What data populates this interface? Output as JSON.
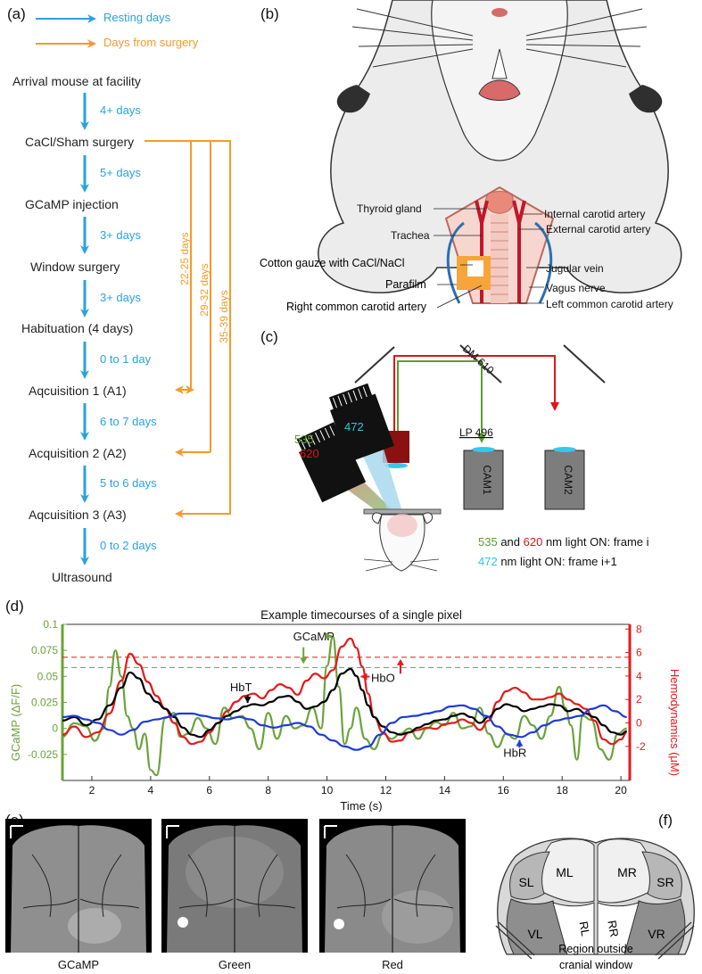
{
  "panels": {
    "a": "(a)",
    "b": "(b)",
    "c": "(c)",
    "d": "(d)",
    "e": "(e)",
    "f": "(f)"
  },
  "timeline": {
    "legend": {
      "resting": "Resting days",
      "surgery": "Days from surgery"
    },
    "steps": [
      "Arrival mouse at facility",
      "CaCl/Sham surgery",
      "GCaMP injection",
      "Window surgery",
      "Habituation (4 days)",
      "Aqcuisition 1 (A1)",
      "Acquisition 2 (A2)",
      "Aqcuisition 3 (A3)",
      "Ultrasound"
    ],
    "intervals": [
      "4+ days",
      "5+ days",
      "3+ days",
      "3+ days",
      "0 to 1 day",
      "6 to 7 days",
      "5 to 6 days",
      "0 to 2 days"
    ],
    "surgery_ranges": [
      "22-25 days",
      "29-32 days",
      "35-39 days"
    ],
    "colors": {
      "resting": "#2aa3dc",
      "surgery": "#f39a2b"
    }
  },
  "anatomy": {
    "left": [
      "Thyroid gland",
      "Trachea",
      "Cotton gauze with CaCl/NaCl",
      "Parafilm",
      "Right common carotid artery"
    ],
    "right": [
      "Internal carotid artery",
      "External carotid artery",
      "Jugular vein",
      "Vagus nerve",
      "Left common carotid artery"
    ]
  },
  "setup": {
    "led1": "535",
    "led2": "620",
    "led3": "472",
    "dm": "DM 610",
    "lp": "LP 496",
    "cam1": "CAM1",
    "cam2": "CAM2",
    "caption1": {
      "a": "535",
      "and": " and ",
      "b": "620",
      "rest": " nm light ON: frame i"
    },
    "caption2": {
      "a": "472",
      "rest": " nm light ON: frame i+1"
    },
    "colors": {
      "green": "#5aa02c",
      "red": "#e0141b",
      "cyan": "#2ec4e6"
    }
  },
  "chart_data": {
    "type": "line",
    "title": "Example timecourses of a single pixel",
    "xlabel": "Time (s)",
    "ylabel_left": "GCaMP (ΔF/F)",
    "ylabel_right": "Hemodynamics (μM)",
    "xlim": [
      1,
      20.3
    ],
    "ylim_left": [
      -0.05,
      0.1
    ],
    "ylim_right": [
      -4.9,
      8.4
    ],
    "xticks": [
      2,
      4,
      6,
      8,
      10,
      12,
      14,
      16,
      18,
      20
    ],
    "yticks_left": [
      -0.025,
      0,
      0.025,
      0.05,
      0.075,
      0.1
    ],
    "yticks_left_labels": [
      "-0.025",
      "0",
      "0.025",
      "0.05",
      "0.075",
      "0.1"
    ],
    "yticks_right": [
      -2,
      0,
      2,
      4,
      6,
      8
    ],
    "thresholds": {
      "gcamp": 0.0585,
      "hbo": 5.6
    },
    "annotations": {
      "gcamp": "GCaMP",
      "hbo": "HbO",
      "hbt": "HbT",
      "hbr": "HbR"
    },
    "series": [
      {
        "name": "GCaMP",
        "axis": "left",
        "color": "#6aa33a",
        "x": [
          1.0,
          1.4,
          1.8,
          2.1,
          2.4,
          2.6,
          2.8,
          3.0,
          3.2,
          3.4,
          3.6,
          3.8,
          4.0,
          4.2,
          4.5,
          4.8,
          5.0,
          5.3,
          5.6,
          5.9,
          6.2,
          6.5,
          6.8,
          7.1,
          7.4,
          7.7,
          8.0,
          8.3,
          8.6,
          8.9,
          9.2,
          9.5,
          9.8,
          10.0,
          10.2,
          10.4,
          10.6,
          10.8,
          11.0,
          11.3,
          11.6,
          11.9,
          12.2,
          12.5,
          12.8,
          13.1,
          13.4,
          13.7,
          14.0,
          14.3,
          14.6,
          14.9,
          15.2,
          15.5,
          15.8,
          16.1,
          16.4,
          16.7,
          17.0,
          17.3,
          17.6,
          17.9,
          18.1,
          18.3,
          18.5,
          18.7,
          19.0,
          19.3,
          19.6,
          19.9,
          20.2
        ],
        "y": [
          -0.008,
          0.005,
          0.002,
          -0.012,
          0.0,
          0.04,
          0.075,
          0.05,
          0.012,
          0.0,
          -0.02,
          -0.005,
          -0.04,
          -0.045,
          0.01,
          0.015,
          -0.008,
          -0.005,
          0.01,
          0.0,
          -0.015,
          0.02,
          0.01,
          0.012,
          0.0,
          -0.02,
          0.015,
          -0.01,
          0.012,
          0.0,
          0.003,
          0.02,
          0.0,
          0.06,
          0.088,
          0.04,
          -0.015,
          0.0,
          0.02,
          -0.01,
          -0.02,
          -0.005,
          -0.01,
          -0.005,
          0.0,
          -0.01,
          0.0,
          0.006,
          0.003,
          0.015,
          0.0,
          0.002,
          0.02,
          -0.005,
          -0.018,
          -0.005,
          -0.01,
          0.012,
          0.003,
          -0.01,
          0.012,
          0.04,
          0.02,
          0.003,
          -0.03,
          0.012,
          0.008,
          -0.02,
          -0.03,
          -0.005,
          0.0
        ]
      },
      {
        "name": "HbO",
        "axis": "right",
        "color": "#e41a1c",
        "x": [
          1.0,
          1.4,
          1.8,
          2.2,
          2.6,
          3.0,
          3.3,
          3.6,
          3.9,
          4.2,
          4.5,
          4.8,
          5.1,
          5.4,
          5.7,
          6.0,
          6.3,
          6.6,
          6.9,
          7.2,
          7.5,
          7.8,
          8.1,
          8.4,
          8.7,
          9.0,
          9.3,
          9.6,
          9.9,
          10.2,
          10.5,
          10.8,
          11.0,
          11.2,
          11.4,
          11.6,
          11.9,
          12.2,
          12.5,
          12.8,
          13.1,
          13.4,
          13.7,
          14.0,
          14.3,
          14.6,
          14.9,
          15.2,
          15.5,
          15.8,
          16.1,
          16.4,
          16.7,
          17.0,
          17.3,
          17.6,
          17.9,
          18.2,
          18.5,
          18.8,
          19.1,
          19.4,
          19.7,
          20.0,
          20.2
        ],
        "y": [
          -1.0,
          -0.3,
          -1.2,
          -0.8,
          0.8,
          3.6,
          5.9,
          5.0,
          3.5,
          2.3,
          1.2,
          0.0,
          -1.2,
          -1.8,
          -1.6,
          -0.8,
          0.0,
          1.0,
          1.8,
          2.3,
          2.5,
          2.1,
          2.8,
          3.3,
          3.0,
          2.4,
          3.6,
          4.2,
          3.8,
          4.5,
          6.5,
          7.2,
          6.4,
          4.8,
          2.5,
          0.5,
          -0.8,
          -1.6,
          -1.5,
          -0.8,
          -0.6,
          -0.4,
          -0.5,
          -0.1,
          0.0,
          0.3,
          0.0,
          -0.6,
          0.2,
          1.8,
          2.7,
          3.0,
          2.6,
          2.0,
          2.0,
          2.2,
          2.5,
          2.0,
          1.6,
          1.2,
          0.2,
          -1.4,
          -1.8,
          -1.4,
          -0.8
        ]
      },
      {
        "name": "HbT",
        "axis": "right",
        "color": "#000000",
        "x": [
          1.0,
          1.4,
          1.8,
          2.2,
          2.6,
          3.0,
          3.3,
          3.6,
          3.9,
          4.2,
          4.5,
          4.8,
          5.1,
          5.4,
          5.7,
          6.0,
          6.3,
          6.6,
          6.9,
          7.2,
          7.5,
          7.8,
          8.1,
          8.4,
          8.7,
          9.0,
          9.3,
          9.6,
          9.9,
          10.2,
          10.5,
          10.8,
          11.0,
          11.2,
          11.4,
          11.6,
          11.9,
          12.2,
          12.5,
          12.8,
          13.1,
          13.4,
          13.7,
          14.0,
          14.3,
          14.6,
          14.9,
          15.2,
          15.5,
          15.8,
          16.1,
          16.4,
          16.7,
          17.0,
          17.3,
          17.6,
          17.9,
          18.2,
          18.5,
          18.8,
          19.1,
          19.4,
          19.7,
          20.0,
          20.2
        ],
        "y": [
          0.2,
          0.5,
          -0.2,
          0.3,
          1.5,
          3.0,
          4.3,
          3.8,
          2.5,
          1.8,
          1.2,
          0.5,
          -0.4,
          -1.0,
          -1.2,
          -0.6,
          0.0,
          0.6,
          1.0,
          1.4,
          1.6,
          1.5,
          1.8,
          2.2,
          2.3,
          1.8,
          1.2,
          1.4,
          1.8,
          2.8,
          4.2,
          4.6,
          4.0,
          2.8,
          1.5,
          0.5,
          -0.3,
          -0.8,
          -1.0,
          -0.8,
          -0.4,
          -0.1,
          0.2,
          0.3,
          0.6,
          0.8,
          0.5,
          0.0,
          0.5,
          1.2,
          1.6,
          1.4,
          1.0,
          1.2,
          1.4,
          1.6,
          1.5,
          1.0,
          1.2,
          0.8,
          0.5,
          -0.2,
          -0.8,
          -1.0,
          -0.7
        ]
      },
      {
        "name": "HbR",
        "axis": "right",
        "color": "#1f3bd6",
        "x": [
          1.0,
          1.4,
          1.8,
          2.2,
          2.6,
          3.0,
          3.4,
          3.8,
          4.2,
          4.6,
          5.0,
          5.4,
          5.8,
          6.2,
          6.6,
          7.0,
          7.4,
          7.8,
          8.2,
          8.6,
          9.0,
          9.4,
          9.8,
          10.2,
          10.6,
          11.0,
          11.4,
          11.8,
          12.2,
          12.6,
          13.0,
          13.4,
          13.8,
          14.2,
          14.6,
          15.0,
          15.4,
          15.8,
          16.2,
          16.6,
          17.0,
          17.4,
          17.8,
          18.2,
          18.6,
          19.0,
          19.4,
          19.8,
          20.2
        ],
        "y": [
          0.5,
          0.6,
          0.3,
          0.0,
          -0.6,
          -1.0,
          -0.6,
          0.1,
          0.3,
          0.5,
          0.8,
          0.8,
          0.6,
          0.4,
          0.3,
          0.5,
          0.3,
          -0.2,
          -0.4,
          -0.2,
          0.0,
          -0.3,
          -1.0,
          -1.5,
          -2.0,
          -2.3,
          -2.0,
          -1.0,
          0.0,
          0.5,
          0.6,
          0.8,
          1.0,
          1.4,
          1.5,
          1.2,
          0.6,
          -0.3,
          -1.0,
          -1.2,
          -0.8,
          -0.2,
          0.2,
          0.4,
          0.6,
          1.2,
          1.5,
          1.0,
          0.5
        ]
      }
    ]
  },
  "images": {
    "labels": [
      "GCaMP",
      "Green",
      "Red"
    ]
  },
  "atlas": {
    "regions": [
      "ML",
      "MR",
      "SL",
      "SR",
      "VL",
      "VR",
      "RL",
      "RR"
    ],
    "outside_line1": "Region outside",
    "outside_line2": "cranial window"
  }
}
